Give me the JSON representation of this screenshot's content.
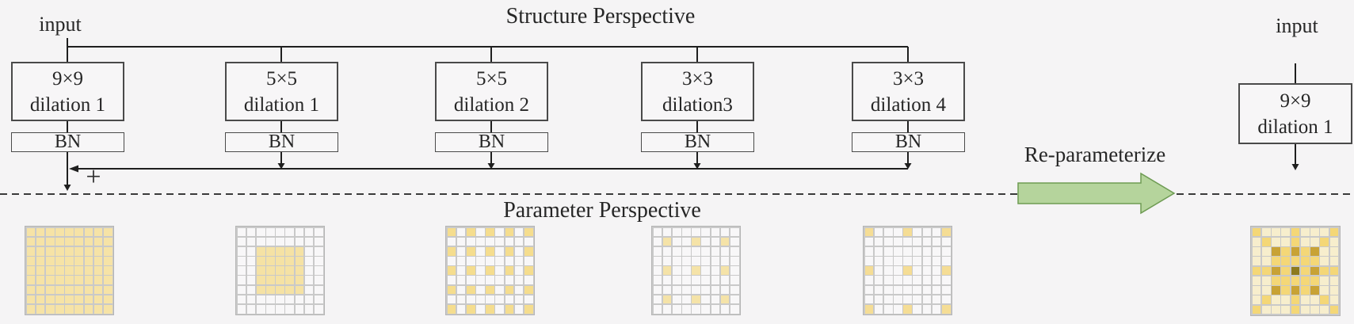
{
  "background_color": "#f5f4f5",
  "titles": {
    "structure": "Structure Perspective",
    "parameter": "Parameter Perspective"
  },
  "structure": {
    "input_label": "input",
    "plus_label": "+",
    "bn_labels": [
      "BN",
      "BN",
      "BN",
      "BN",
      "BN"
    ],
    "branches": [
      {
        "size": "9×9",
        "dilation": "dilation 1"
      },
      {
        "size": "5×5",
        "dilation": "dilation 1"
      },
      {
        "size": "5×5",
        "dilation": "dilation 2"
      },
      {
        "size": "3×3",
        "dilation": "dilation3"
      },
      {
        "size": "3×3",
        "dilation": "dilation 4"
      }
    ],
    "merged": {
      "input_label": "input",
      "size": "9×9",
      "dilation": "dilation 1"
    }
  },
  "reparam": {
    "label": "Re-parameterize",
    "arrow_fill": "#b5d49c",
    "arrow_stroke": "#6e9b53"
  },
  "kernel_grids": {
    "grout_color": "#c9c9c9",
    "grids": [
      {
        "name": "9x9-dilation-1",
        "palette": {
          "0": "#f8f7f8",
          "1": "#f6e3a6"
        },
        "matrix": [
          [
            1,
            1,
            1,
            1,
            1,
            1,
            1,
            1,
            1
          ],
          [
            1,
            1,
            1,
            1,
            1,
            1,
            1,
            1,
            1
          ],
          [
            1,
            1,
            1,
            1,
            1,
            1,
            1,
            1,
            1
          ],
          [
            1,
            1,
            1,
            1,
            1,
            1,
            1,
            1,
            1
          ],
          [
            1,
            1,
            1,
            1,
            1,
            1,
            1,
            1,
            1
          ],
          [
            1,
            1,
            1,
            1,
            1,
            1,
            1,
            1,
            1
          ],
          [
            1,
            1,
            1,
            1,
            1,
            1,
            1,
            1,
            1
          ],
          [
            1,
            1,
            1,
            1,
            1,
            1,
            1,
            1,
            1
          ],
          [
            1,
            1,
            1,
            1,
            1,
            1,
            1,
            1,
            1
          ]
        ]
      },
      {
        "name": "5x5-dilation-1",
        "palette": {
          "0": "#f8f7f8",
          "1": "#f5e2a4"
        },
        "matrix": [
          [
            0,
            0,
            0,
            0,
            0,
            0,
            0,
            0,
            0
          ],
          [
            0,
            0,
            0,
            0,
            0,
            0,
            0,
            0,
            0
          ],
          [
            0,
            0,
            1,
            1,
            1,
            1,
            1,
            0,
            0
          ],
          [
            0,
            0,
            1,
            1,
            1,
            1,
            1,
            0,
            0
          ],
          [
            0,
            0,
            1,
            1,
            1,
            1,
            1,
            0,
            0
          ],
          [
            0,
            0,
            1,
            1,
            1,
            1,
            1,
            0,
            0
          ],
          [
            0,
            0,
            1,
            1,
            1,
            1,
            1,
            0,
            0
          ],
          [
            0,
            0,
            0,
            0,
            0,
            0,
            0,
            0,
            0
          ],
          [
            0,
            0,
            0,
            0,
            0,
            0,
            0,
            0,
            0
          ]
        ]
      },
      {
        "name": "5x5-dilation-2",
        "palette": {
          "0": "#f8f7f8",
          "1": "#f5dd8e"
        },
        "matrix": [
          [
            1,
            0,
            1,
            0,
            1,
            0,
            1,
            0,
            1
          ],
          [
            0,
            0,
            0,
            0,
            0,
            0,
            0,
            0,
            0
          ],
          [
            1,
            0,
            1,
            0,
            1,
            0,
            1,
            0,
            1
          ],
          [
            0,
            0,
            0,
            0,
            0,
            0,
            0,
            0,
            0
          ],
          [
            1,
            0,
            1,
            0,
            1,
            0,
            1,
            0,
            1
          ],
          [
            0,
            0,
            0,
            0,
            0,
            0,
            0,
            0,
            0
          ],
          [
            1,
            0,
            1,
            0,
            1,
            0,
            1,
            0,
            1
          ],
          [
            0,
            0,
            0,
            0,
            0,
            0,
            0,
            0,
            0
          ],
          [
            1,
            0,
            1,
            0,
            1,
            0,
            1,
            0,
            1
          ]
        ]
      },
      {
        "name": "3x3-dilation-3",
        "palette": {
          "0": "#f8f7f8",
          "1": "#f5e3a8"
        },
        "matrix": [
          [
            0,
            0,
            0,
            0,
            0,
            0,
            0,
            0,
            0
          ],
          [
            0,
            1,
            0,
            0,
            1,
            0,
            0,
            1,
            0
          ],
          [
            0,
            0,
            0,
            0,
            0,
            0,
            0,
            0,
            0
          ],
          [
            0,
            0,
            0,
            0,
            0,
            0,
            0,
            0,
            0
          ],
          [
            0,
            1,
            0,
            0,
            1,
            0,
            0,
            1,
            0
          ],
          [
            0,
            0,
            0,
            0,
            0,
            0,
            0,
            0,
            0
          ],
          [
            0,
            0,
            0,
            0,
            0,
            0,
            0,
            0,
            0
          ],
          [
            0,
            1,
            0,
            0,
            1,
            0,
            0,
            1,
            0
          ],
          [
            0,
            0,
            0,
            0,
            0,
            0,
            0,
            0,
            0
          ]
        ]
      },
      {
        "name": "3x3-dilation-4",
        "palette": {
          "0": "#f8f7f8",
          "1": "#f5dd95"
        },
        "matrix": [
          [
            1,
            0,
            0,
            0,
            1,
            0,
            0,
            0,
            1
          ],
          [
            0,
            0,
            0,
            0,
            0,
            0,
            0,
            0,
            0
          ],
          [
            0,
            0,
            0,
            0,
            0,
            0,
            0,
            0,
            0
          ],
          [
            0,
            0,
            0,
            0,
            0,
            0,
            0,
            0,
            0
          ],
          [
            1,
            0,
            0,
            0,
            1,
            0,
            0,
            0,
            1
          ],
          [
            0,
            0,
            0,
            0,
            0,
            0,
            0,
            0,
            0
          ],
          [
            0,
            0,
            0,
            0,
            0,
            0,
            0,
            0,
            0
          ],
          [
            0,
            0,
            0,
            0,
            0,
            0,
            0,
            0,
            0
          ],
          [
            1,
            0,
            0,
            0,
            1,
            0,
            0,
            0,
            1
          ]
        ]
      },
      {
        "name": "merged-9x9-kernel",
        "palette": {
          "1": "#f7eecd",
          "2": "#f4d777",
          "3": "#c8a235",
          "4": "#8d7a1e"
        },
        "matrix": [
          [
            2,
            1,
            1,
            1,
            2,
            1,
            1,
            1,
            2
          ],
          [
            1,
            2,
            1,
            1,
            2,
            1,
            1,
            2,
            1
          ],
          [
            1,
            1,
            3,
            2,
            3,
            2,
            3,
            1,
            1
          ],
          [
            1,
            1,
            2,
            2,
            2,
            2,
            2,
            1,
            1
          ],
          [
            2,
            2,
            3,
            2,
            4,
            2,
            3,
            2,
            2
          ],
          [
            1,
            1,
            2,
            2,
            2,
            2,
            2,
            1,
            1
          ],
          [
            1,
            1,
            3,
            2,
            3,
            2,
            3,
            1,
            1
          ],
          [
            1,
            2,
            1,
            1,
            2,
            1,
            1,
            2,
            1
          ],
          [
            2,
            1,
            1,
            1,
            2,
            1,
            1,
            1,
            2
          ]
        ]
      }
    ]
  }
}
